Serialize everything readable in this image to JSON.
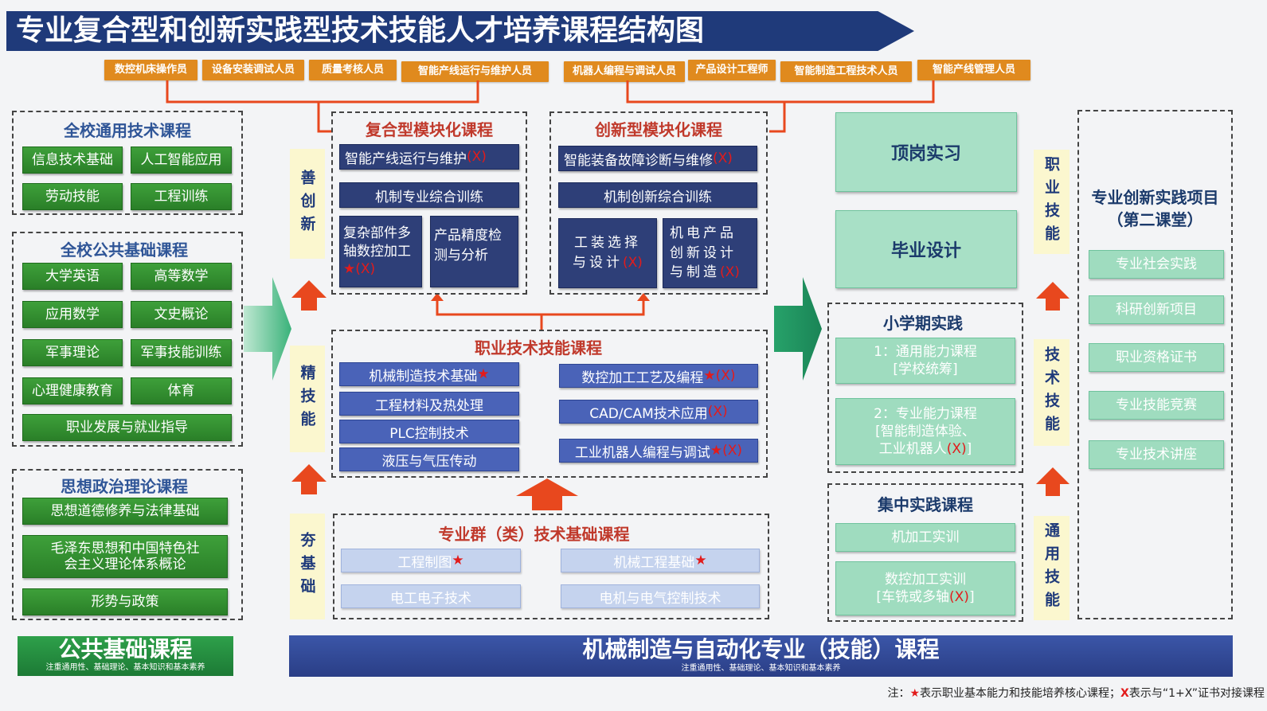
{
  "title": "专业复合型和创新实践型技术技能人才培养课程结构图",
  "roles_left": [
    "数控机床操作员",
    "设备安装调试人员",
    "质量考核人员",
    "智能产线运行与维护人员"
  ],
  "roles_right": [
    "机器人编程与调试人员",
    "产品设计工程师",
    "智能制造工程技术人员",
    "智能产线管理人员"
  ],
  "general_tech": {
    "title": "全校通用技术课程",
    "items": [
      "信息技术基础",
      "人工智能应用",
      "劳动技能",
      "工程训练"
    ]
  },
  "public_basic": {
    "title": "全校公共基础课程",
    "items": [
      "大学英语",
      "高等数学",
      "应用数学",
      "文史概论",
      "军事理论",
      "军事技能训练",
      "心理健康教育",
      "体育",
      "职业发展与就业指导"
    ]
  },
  "ideology": {
    "title": "思想政治理论课程",
    "items": [
      "思想道德修养与法律基础",
      "毛泽东思想和中国特色社",
      "会主义理论体系概论",
      "形势与政策"
    ]
  },
  "public_footer": {
    "title": "公共基础课程",
    "subtitle": "注重通用性、基础理论、基本知识和基本素养"
  },
  "side_labels": {
    "innovate": "善创新",
    "refine": "精技能",
    "foundation": "夯基础"
  },
  "composite": {
    "title": "复合型模块化课程",
    "items": [
      "智能产线运行与维护",
      "机制专业综合训练",
      "复杂部件多轴数控加工",
      "产品精度检测与分析"
    ]
  },
  "innovative": {
    "title": "创新型模块化课程",
    "items": [
      "智能装备故障诊断与维修",
      "机制创新综合训练",
      "工装选择与设计",
      "机电产品创新设计与制造"
    ]
  },
  "vocational": {
    "title": "职业技术技能课程",
    "left": [
      "机械制造技术基础",
      "工程材料及热处理",
      "PLC控制技术",
      "液压与气压传动"
    ],
    "right": [
      "数控加工工艺及编程",
      "CAD/CAM技术应用",
      "工业机器人编程与调试"
    ]
  },
  "group_basic": {
    "title": "专业群（类）技术基础课程",
    "items": [
      "工程制图",
      "机械工程基础",
      "电工电子技术",
      "电机与电气控制技术"
    ]
  },
  "major_footer": {
    "title": "机械制造与自动化专业（技能）课程",
    "subtitle": "注重通用性、基础理论、基本知识和基本素养"
  },
  "practice": {
    "internship": "顶岗实习",
    "graduation": "毕业设计",
    "short_term_title": "小学期实践",
    "short_term_items": [
      {
        "line1": "1：通用能力课程",
        "line2": "[学校统筹]"
      },
      {
        "line1": "2：专业能力课程",
        "line2": "[智能制造体验、",
        "line3": "工业机器人",
        "line3_end": "]"
      }
    ],
    "centralized_title": "集中实践课程",
    "centralized_items": [
      {
        "line1": "机加工实训"
      },
      {
        "line1": "数控加工实训",
        "line2": "[车铣或多轴",
        "line2_end": "]"
      }
    ]
  },
  "right_labels": {
    "vocational": "职业技能",
    "technical": "技术技能",
    "general": "通用技能"
  },
  "second_class": {
    "title_line1": "专业创新实践项目",
    "title_line2": "（第二课堂）",
    "items": [
      "专业社会实践",
      "科研创新项目",
      "职业资格证书",
      "专业技能竞赛",
      "专业技术讲座"
    ]
  },
  "markers": {
    "star": "★",
    "x": "(X)",
    "x_plain": "X"
  },
  "note": {
    "prefix": "注：",
    "star_text": "表示职业基本能力和技能培养核心课程；",
    "x_text": "表示与“1+X”证书对接课程"
  },
  "colors": {
    "banner": "#1f3a7a",
    "role": "#e08a1e",
    "connector": "#e8481e",
    "green": "#2e8b2b",
    "navy": "#2e3f78",
    "mint": "#9fdcbf",
    "marker": "#e21b1b"
  }
}
